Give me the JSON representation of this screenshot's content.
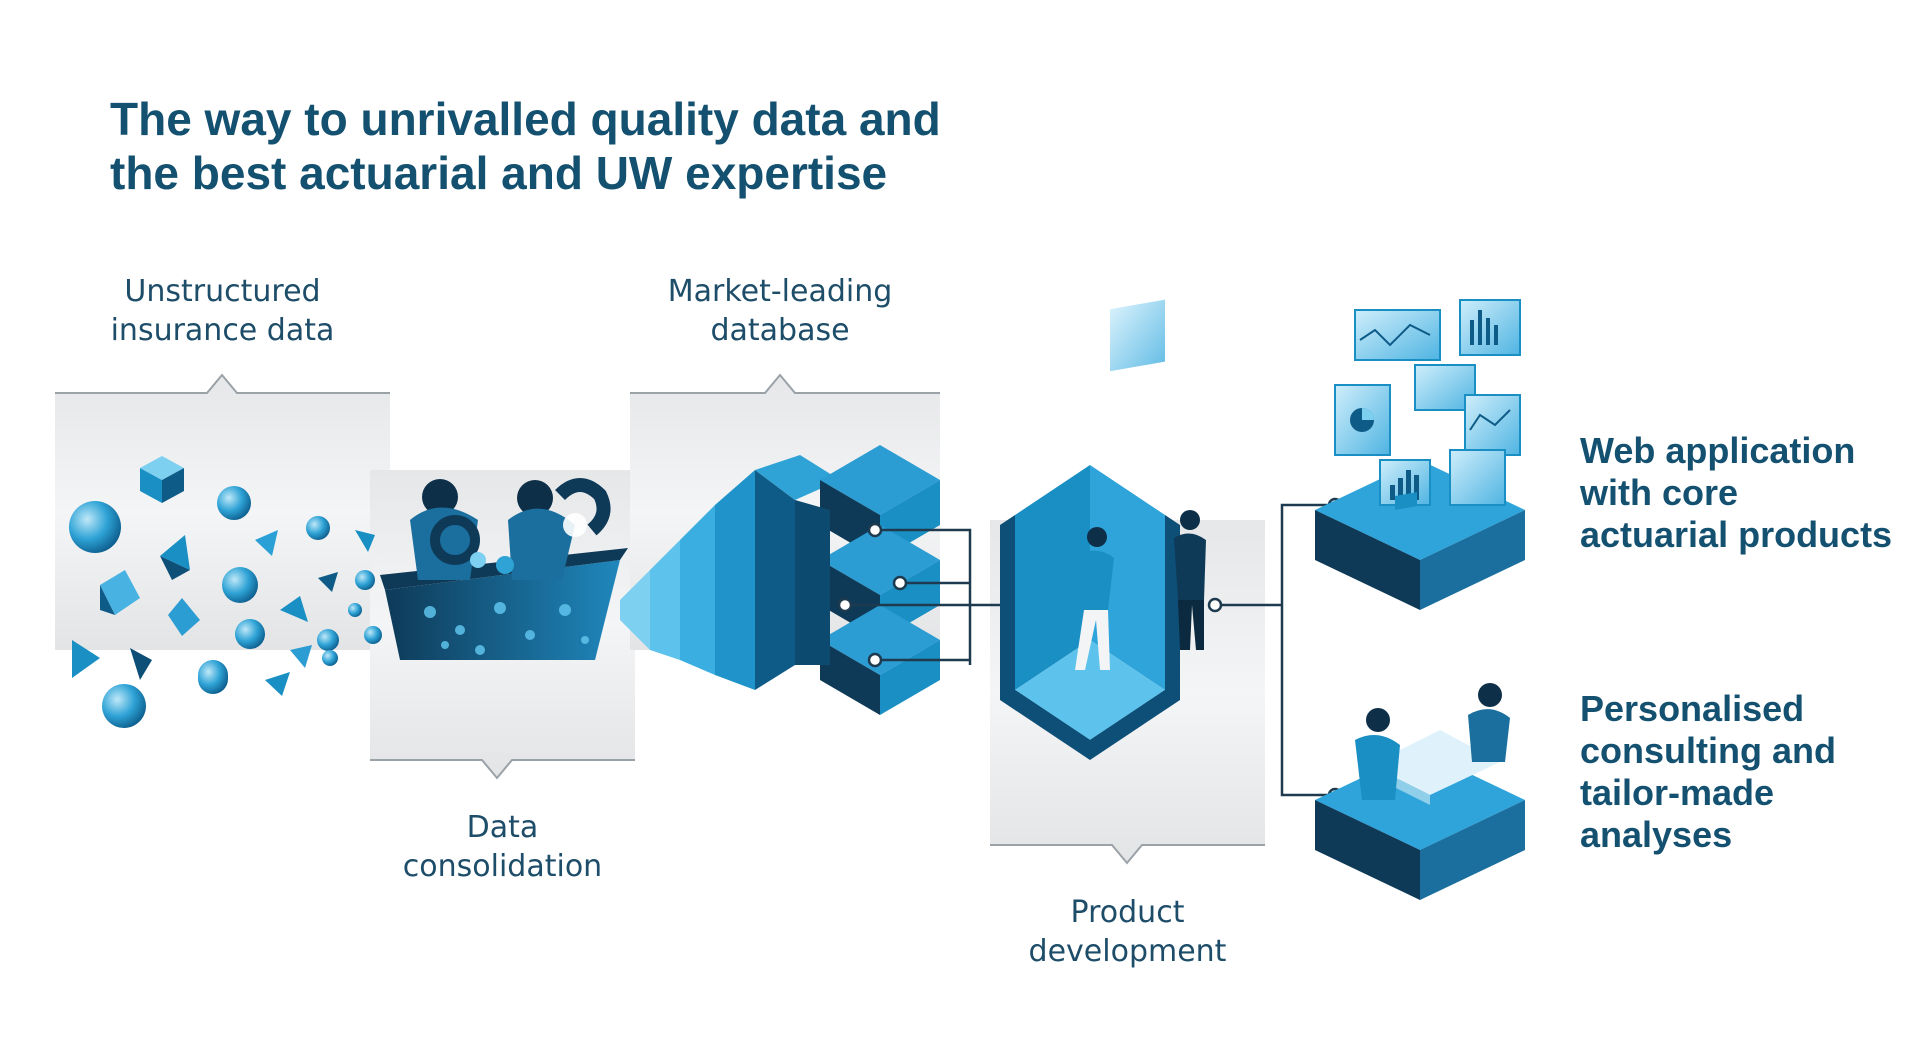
{
  "title": {
    "line1": "The way to unrivalled quality data and",
    "line2": "the best actuarial and UW expertise"
  },
  "stages": {
    "unstructured": {
      "line1": "Unstructured",
      "line2": "insurance data",
      "icon": "scattered-shapes-icon"
    },
    "consolidation": {
      "line1": "Data",
      "line2": "consolidation",
      "icon": "people-sorting-data-icon"
    },
    "database": {
      "line1": "Market-leading",
      "line2": "database",
      "icon": "stacked-blocks-icon"
    },
    "product": {
      "line1": "Product",
      "line2": "development",
      "icon": "team-at-screen-icon"
    }
  },
  "outputs": {
    "web": {
      "line1": "Web application",
      "line2": "with core",
      "line3": "actuarial products",
      "icon": "dashboard-panels-icon"
    },
    "consulting": {
      "line1": "Personalised",
      "line2": "consulting and",
      "line3": "tailor-made",
      "line4": "analyses",
      "icon": "consultants-meeting-icon"
    }
  },
  "colors": {
    "title": "#14506f",
    "label": "#1e4d69",
    "primary_blue": "#1a8fc4",
    "dark_navy": "#0e3a58",
    "panel_gray": "#e9eaeb",
    "connector": "#1e3a4f"
  }
}
